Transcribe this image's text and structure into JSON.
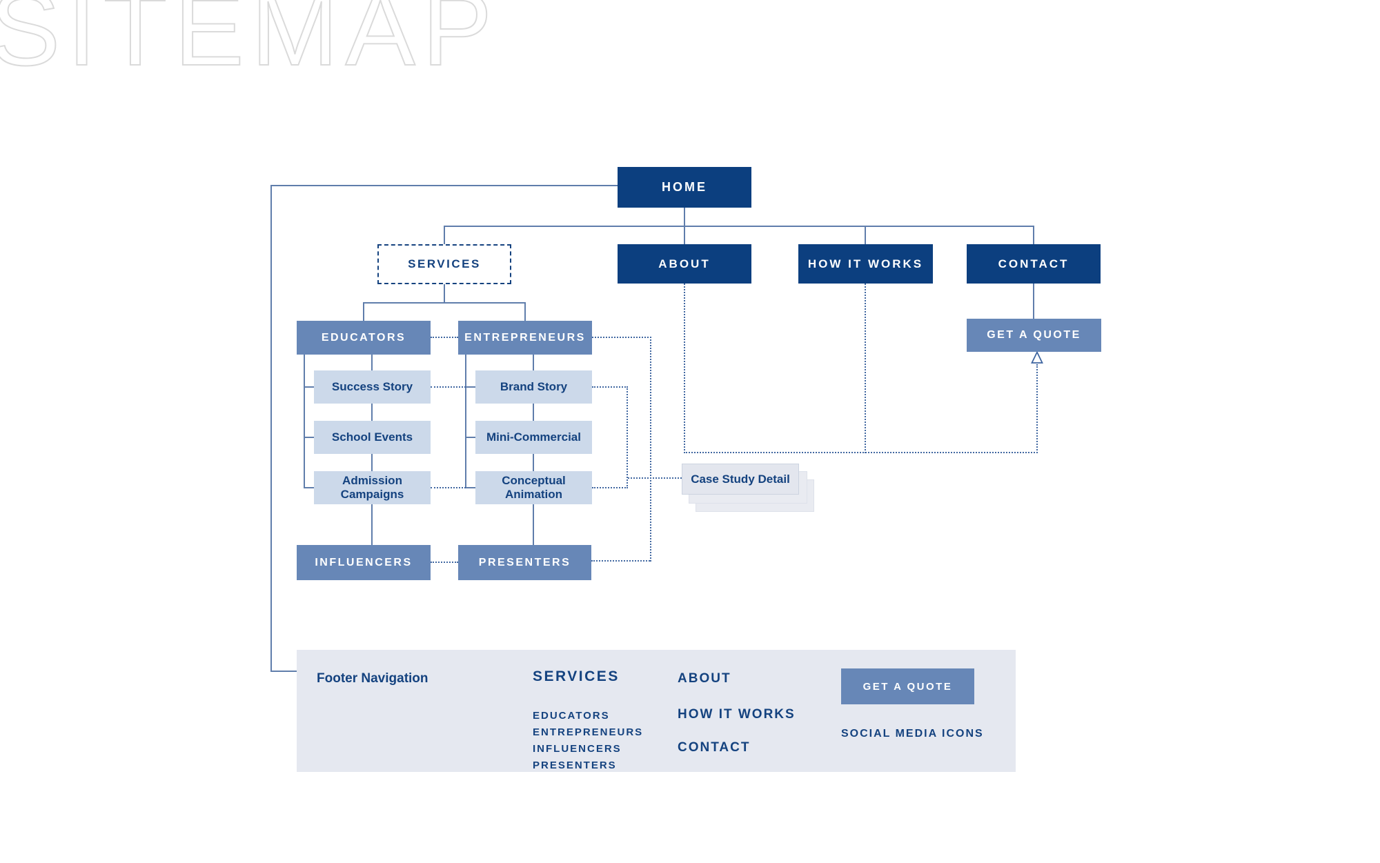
{
  "title": "SITEMAP",
  "colors": {
    "navy_box": "#0c3f7f",
    "slate_box": "#6787b7",
    "periwinkle_box": "#ccd9ea",
    "text_navy": "#14427f",
    "solid_line": "#5f7dab",
    "dotted_line": "#3f66a0",
    "footer_bg": "#e5e8f0",
    "headline_outline": "#dadada"
  },
  "nodes": {
    "home": "HOME",
    "services": "SERVICES",
    "about": "ABOUT",
    "how_it_works": "HOW IT WORKS",
    "contact": "CONTACT",
    "get_a_quote": "GET A QUOTE",
    "educators": "EDUCATORS",
    "entrepreneurs": "ENTREPRENEURS",
    "influencers": "INFLUENCERS",
    "presenters": "PRESENTERS",
    "educators_children": [
      "Success Story",
      "School Events",
      "Admission Campaigns"
    ],
    "entrepreneurs_children": [
      "Brand Story",
      "Mini-Commercial",
      "Conceptual Animation"
    ],
    "case_study_detail": "Case Study Detail"
  },
  "footer": {
    "heading": "Footer Navigation",
    "services_header": "SERVICES",
    "services_links": [
      "EDUCATORS",
      "ENTREPRENEURS",
      "INFLUENCERS",
      "PRESENTERS"
    ],
    "primary_links": [
      "ABOUT",
      "HOW IT WORKS",
      "CONTACT"
    ],
    "cta": "GET A QUOTE",
    "social": "SOCIAL MEDIA ICONS"
  }
}
